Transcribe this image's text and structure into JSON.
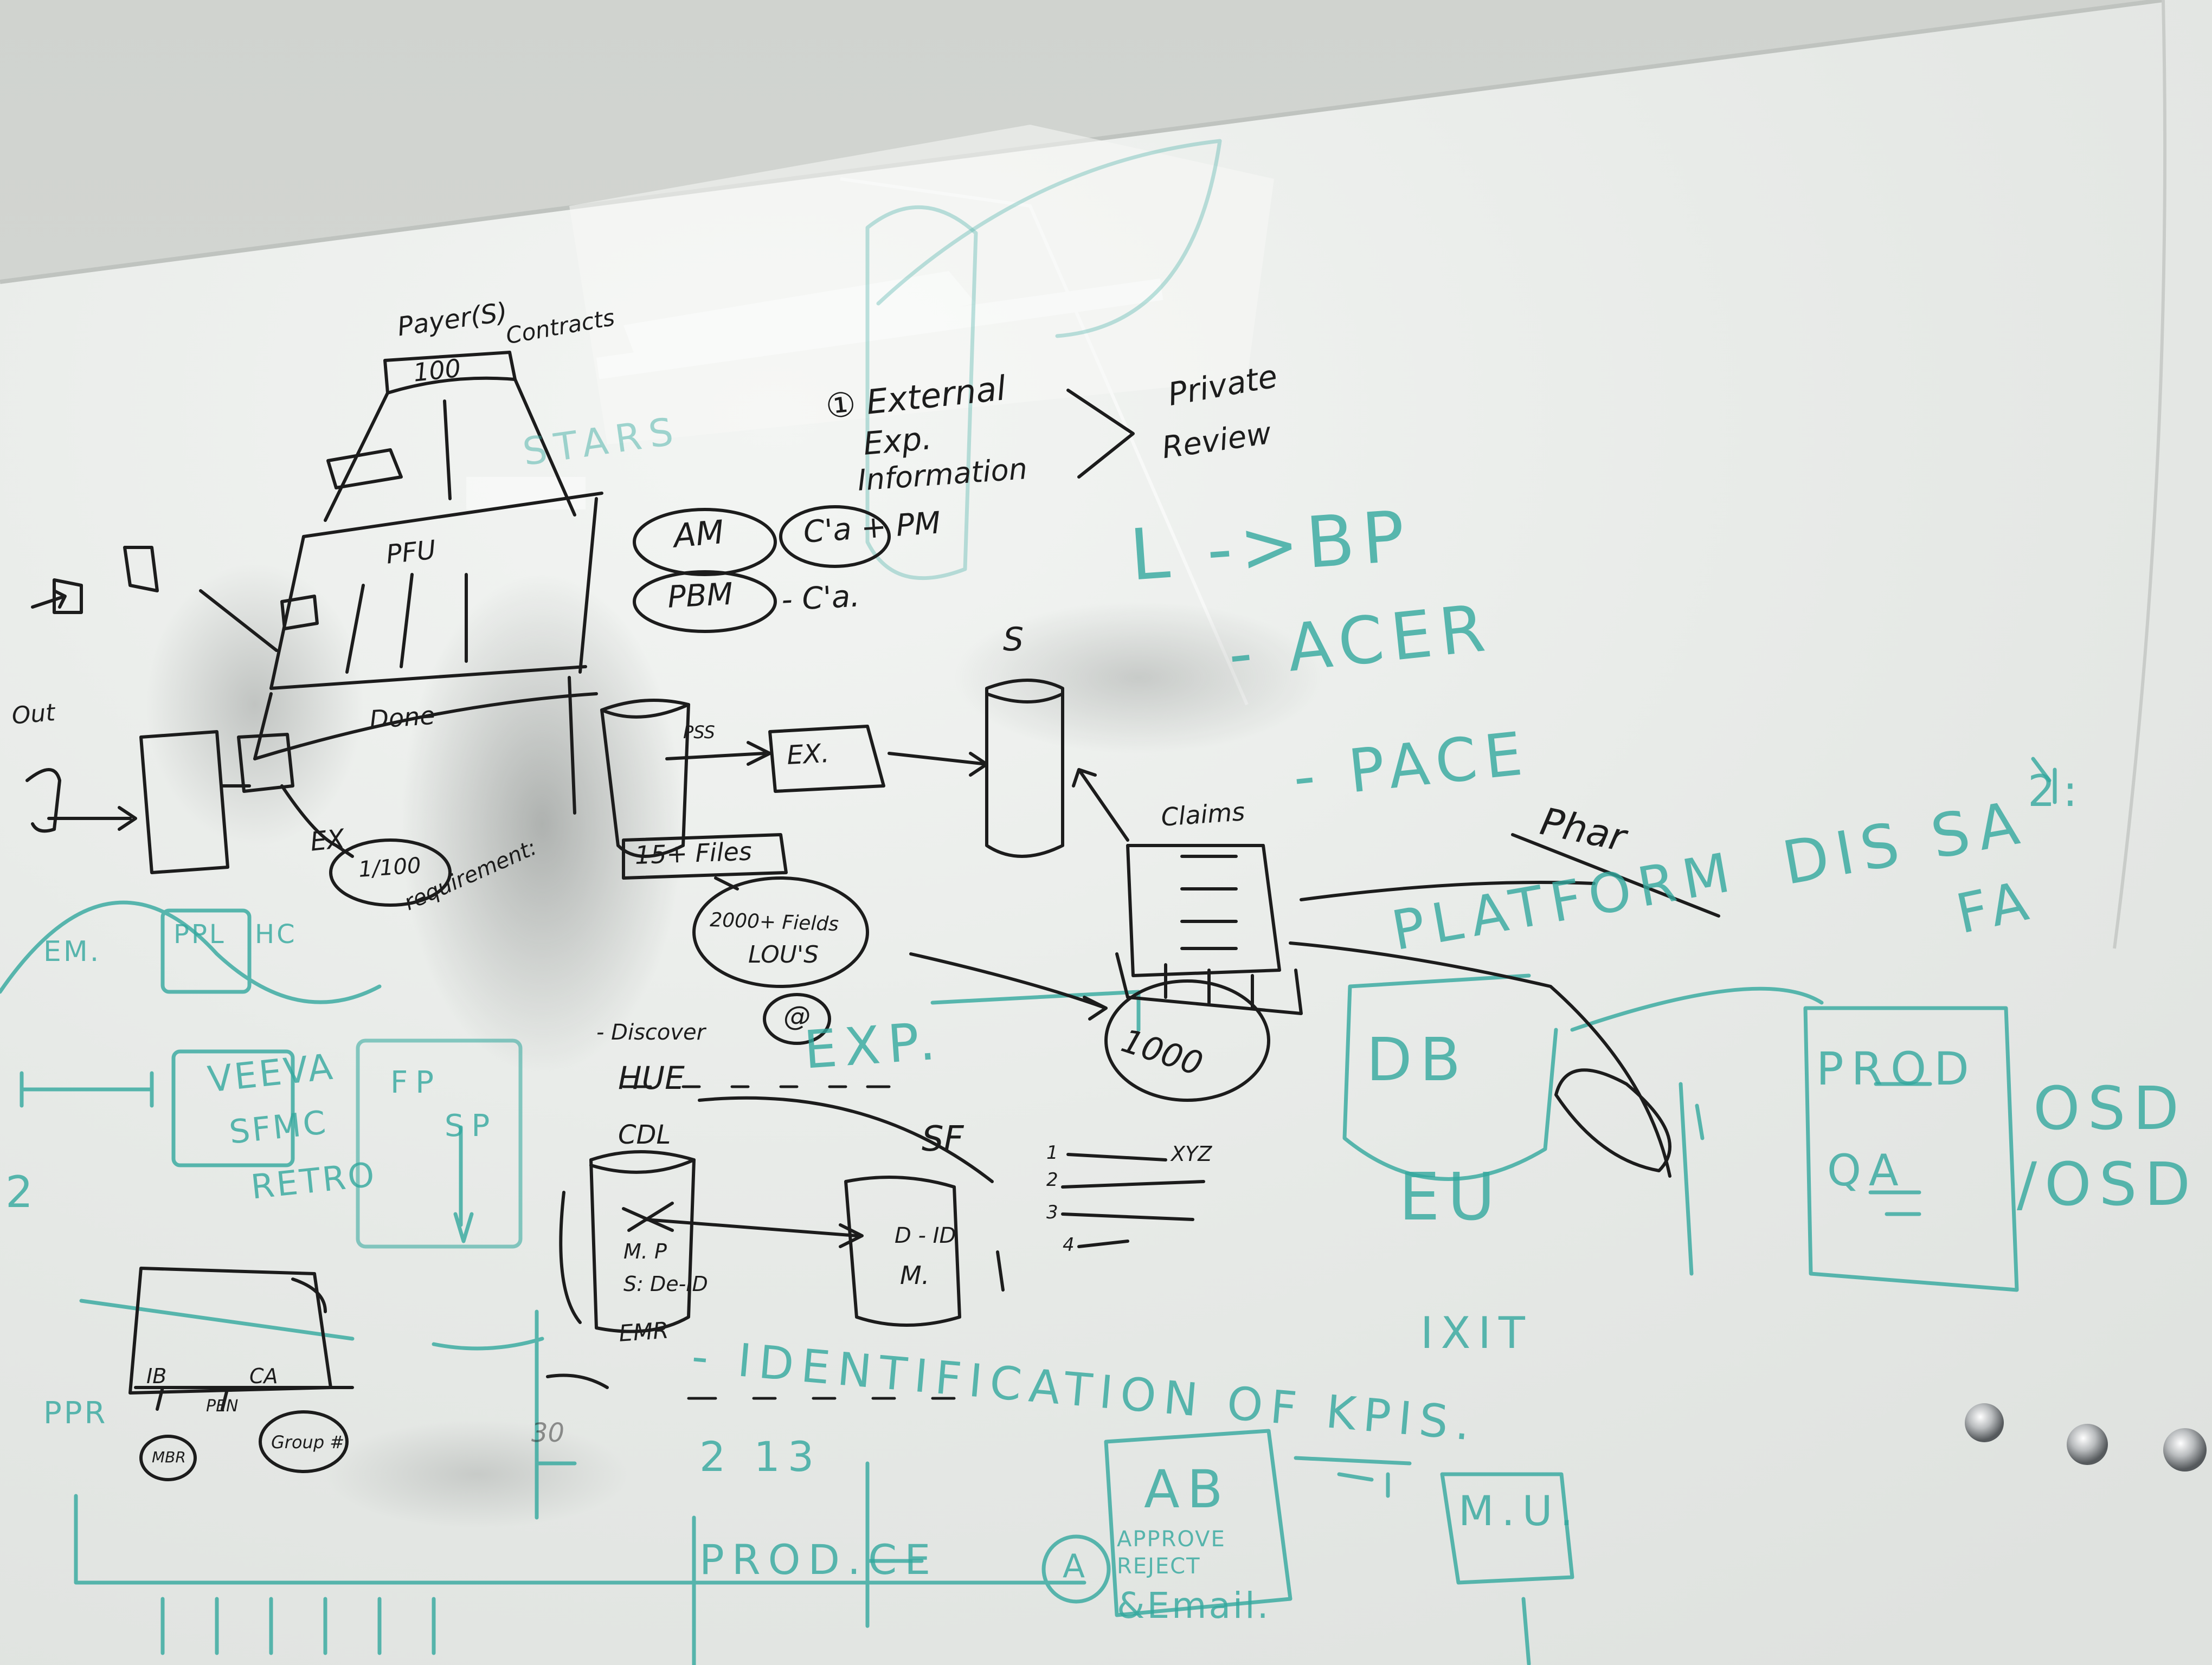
{
  "colors": {
    "marker_black": "#1c1c1c",
    "marker_teal": "#33a89e",
    "board_white": "#e9ecea",
    "ceiling_reflection": "#f6f7f5",
    "eraser_smudge": "#9a9d9b",
    "magnet_silver": "#b9bcbe"
  },
  "black_notes": {
    "payers": "Payer(S)",
    "contracts": "Contracts",
    "count_100": "100",
    "pfu": "PFU",
    "done": "Done",
    "ex": "EX",
    "count_1_100": "1/100",
    "external": "① External",
    "exp": "Exp.",
    "information": "Information",
    "private_review": "Private",
    "review": "Review",
    "am": "AM",
    "c_a_pm": "C'a + PM",
    "pbm": "PBM",
    "c_a": "- C'a.",
    "ex_box": "EX.",
    "pss": "PSS",
    "files": "15+ Files",
    "fields": "2000+ Fields",
    "lous": "LOU'S",
    "at": "@",
    "claims": "Claims",
    "phar": "Phar",
    "count_1000": "1000",
    "discover": "- Discover",
    "hue": "HUE",
    "sf": "SF",
    "cdl": "CDL",
    "mp": "M. P",
    "sdeid": "S: De-ID",
    "emr": "EMR",
    "idin": "D - ID",
    "m": "M.",
    "xyz": "XYZ",
    "n1": "1",
    "n2": "2",
    "n3": "3",
    "n4": "4",
    "s": "S",
    "out": "Out",
    "requirement": "requirement:",
    "num_30": "30",
    "pen": "PEN",
    "ca": "CA",
    "grp": "Group #",
    "ib": "IB",
    "mbr": "MBR"
  },
  "teal_notes": {
    "l_bp": "L ->BP",
    "vacer": "- ACER",
    "pace": "- PACE",
    "num_2": "2:",
    "dis": "DIS SA",
    "platform": "PLATFORM",
    "fa": "FA",
    "prod": "PROD",
    "qa": "QA",
    "osd1": "OSD",
    "osd2": "/OSD",
    "db": "DB",
    "eu": "EU",
    "ixit": "IXIT",
    "identification": "- IDENTIFICATION OF KPIS.",
    "produce": "PROD.CE",
    "apb": "AB",
    "approve": "APPROVE",
    "reject": "REJECT",
    "email": "&Email.",
    "mu": "M.U.",
    "num_213": "2 13",
    "exp_t": "EXP.",
    "veeva": "VEEVA",
    "sfmc": "SFMC",
    "retro": "RETRO",
    "sp": "SP",
    "fp": "FP",
    "num_2_left": "2",
    "ppr": "PPR",
    "ppl": "PPL",
    "hc": "HC",
    "em": "EM.",
    "stars": "STARS",
    "a": "A"
  }
}
